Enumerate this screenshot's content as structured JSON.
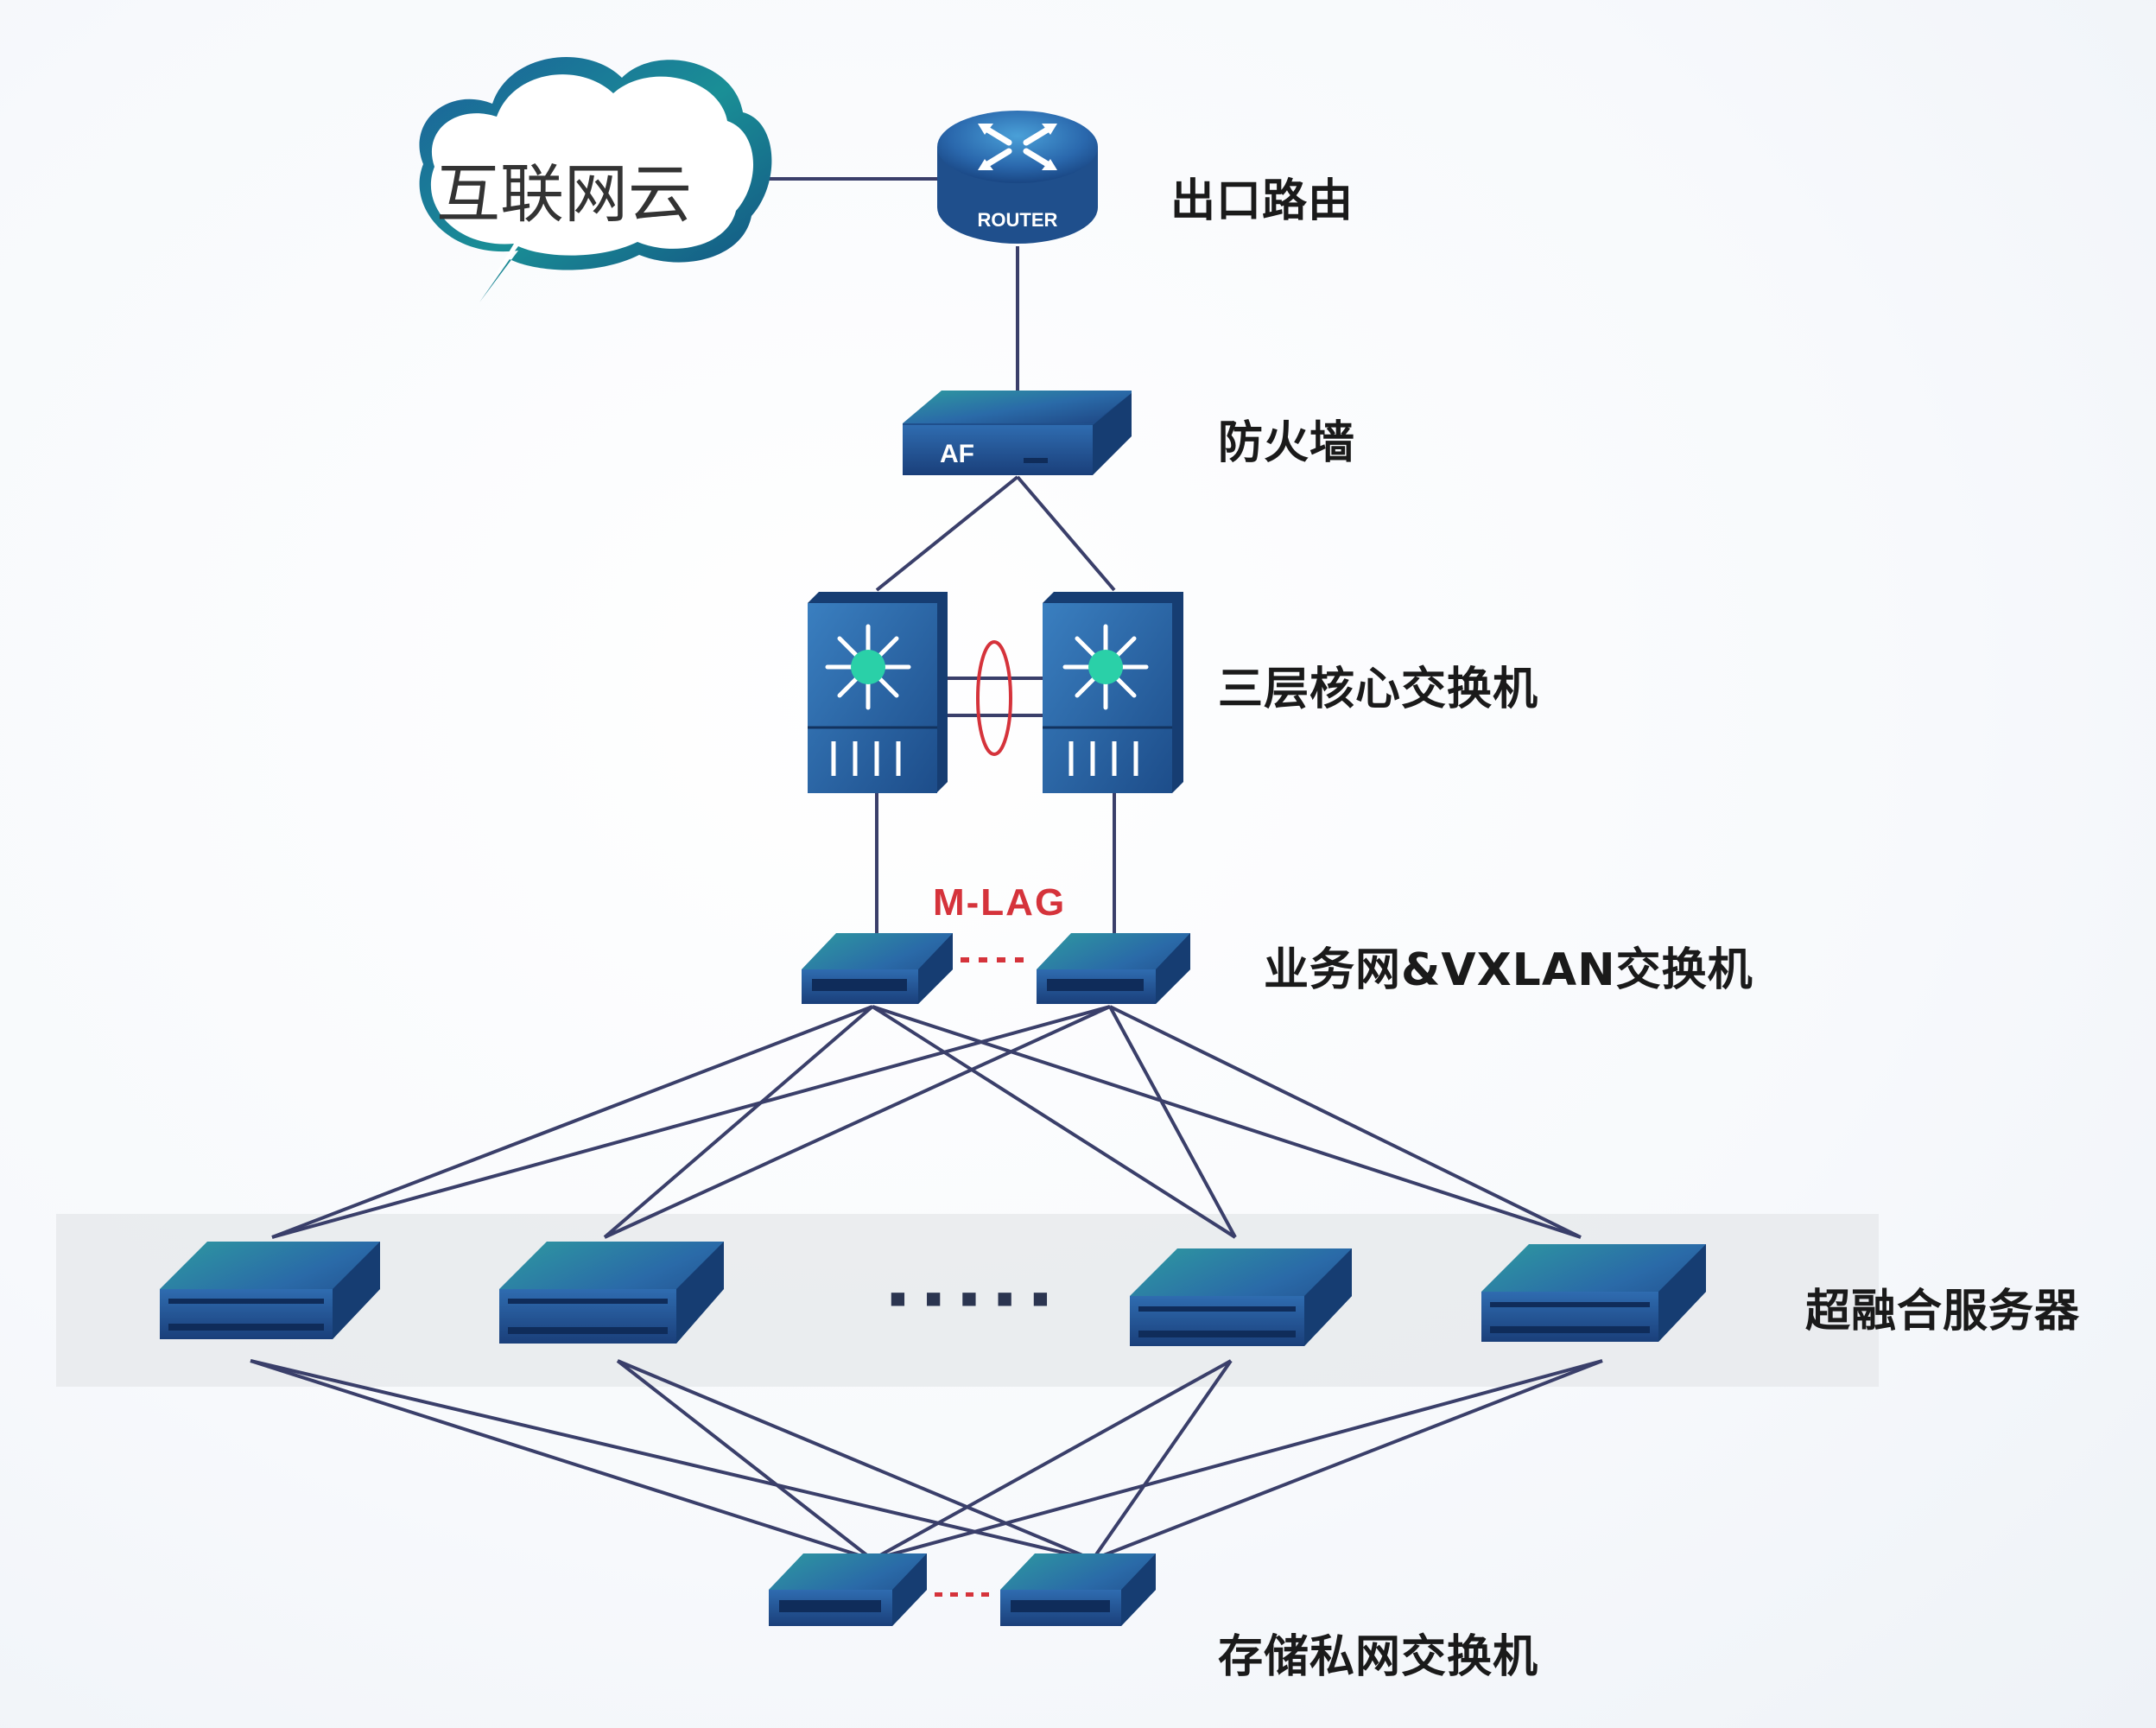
{
  "cloud": {
    "label": "互联网云"
  },
  "router": {
    "badge": "ROUTER"
  },
  "firewall": {
    "badge": "AF"
  },
  "layers": {
    "exit_router": "出口路由",
    "firewall": "防火墙",
    "core_switch": "三层核心交换机",
    "business_switch": "业务网&VXLAN交换机",
    "hci_servers": "超融合服务器",
    "storage_switch": "存储私网交换机"
  },
  "mlag": "M-LAG",
  "ellipsis": "■ ■ ■ ■ ■",
  "colors": {
    "device_dark": "#1f4f8c",
    "device_light": "#3b78b8",
    "device_accent": "#2a9aa3",
    "link": "#3a3f6a",
    "mlag_red": "#d5333b",
    "server_band": "#e8eaec"
  }
}
